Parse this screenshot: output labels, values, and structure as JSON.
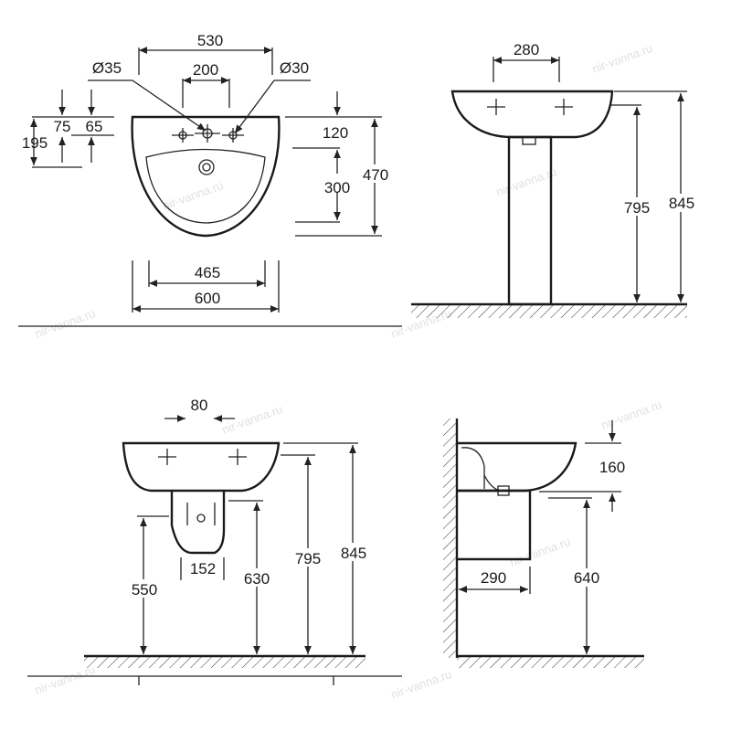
{
  "watermark": "nir-vanna.ru",
  "front_view": {
    "dims": {
      "overall_holes": "530",
      "tap_spacing": "200",
      "dia_left": "Ø35",
      "dia_right": "Ø30",
      "d75": "75",
      "d65": "65",
      "d195": "195",
      "d120": "120",
      "d300": "300",
      "d470": "470",
      "d465": "465",
      "d600": "600"
    }
  },
  "side_pedestal_view": {
    "dims": {
      "d280": "280",
      "d795": "795",
      "d845": "845"
    }
  },
  "wall_halfpedestal_front": {
    "dims": {
      "d80": "80",
      "d152": "152",
      "d550": "550",
      "d630": "630",
      "d795": "795",
      "d845": "845"
    }
  },
  "wall_halfpedestal_side": {
    "dims": {
      "d160": "160",
      "d290": "290",
      "d640": "640"
    }
  }
}
